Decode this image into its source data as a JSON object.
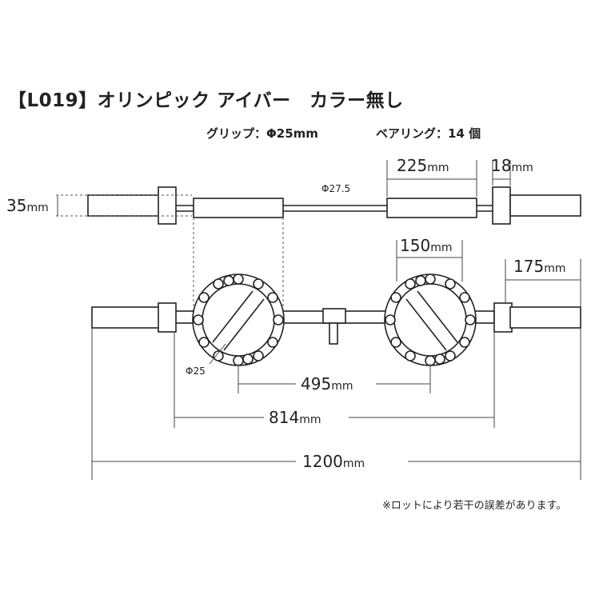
{
  "title": "【L019】オリンピック アイバー　カラー無し",
  "specs": {
    "grip": "グリップ：Φ25mm",
    "bearing": "ベアリング：14 個"
  },
  "dimensions": {
    "top_sleeve_length": "225",
    "collar_width": "18",
    "collar_dia": "35",
    "shaft_dia": "Φ27.5",
    "grip_width": "150",
    "end_sleeve": "175",
    "grip_spacing": "495",
    "inner_collars": "814",
    "total_length": "1200",
    "grip_bar_dia": "Φ25"
  },
  "unit": "mm",
  "note": "※ロットにより若干の誤差があります。"
}
